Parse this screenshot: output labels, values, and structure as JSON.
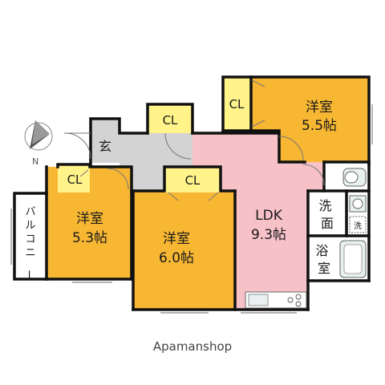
{
  "compass": {
    "icon": "compass-icon",
    "north_label": "N"
  },
  "rooms": {
    "western_5_5": {
      "name": "洋室",
      "size": "5.5帖"
    },
    "western_5_3": {
      "name": "洋室",
      "size": "5.3帖"
    },
    "western_6_0": {
      "name": "洋室",
      "size": "6.0帖"
    },
    "ldk": {
      "name": "LDK",
      "size": "9.3帖"
    },
    "entrance": {
      "name": "玄"
    },
    "washroom": {
      "name": "洗面"
    },
    "bath": {
      "name": "浴室"
    },
    "balcony": {
      "name": "バルコニー"
    }
  },
  "closets": {
    "label": "CL"
  },
  "washer_label": "洗",
  "watermark": "Apamanshop",
  "colors": {
    "wall": "#111111",
    "western_room": "#f7b733",
    "closet": "#fff38a",
    "ldk": "#f7c1c8",
    "entrance": "#d3d3d3",
    "wet_area": "#ffffff",
    "fixture": "#e8f0f0"
  }
}
